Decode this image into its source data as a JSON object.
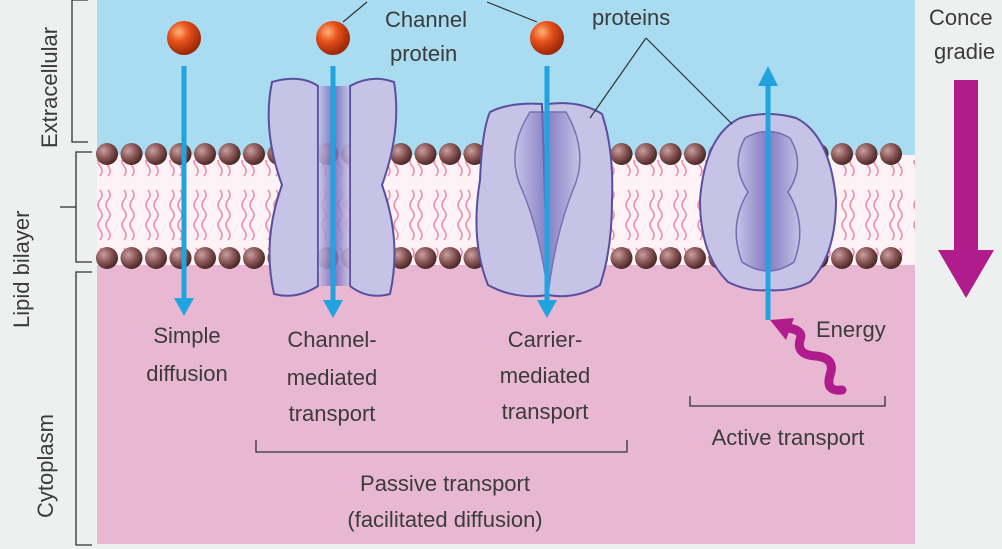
{
  "regions": {
    "extracellular": "Extracellular",
    "lipid_bilayer": "Lipid bilayer",
    "cytoplasm": "Cytoplasm"
  },
  "callouts": {
    "channel_protein": [
      "Channel",
      "protein"
    ],
    "carrier_proteins_fragment": "proteins",
    "concentration_gradient": [
      "Conce",
      "gradie"
    ]
  },
  "mechanisms": {
    "simple_diffusion": [
      "Simple",
      "diffusion"
    ],
    "channel_mediated": [
      "Channel-",
      "mediated",
      "transport"
    ],
    "carrier_mediated": [
      "Carrier-",
      "mediated",
      "transport"
    ],
    "energy": "Energy",
    "active_transport": "Active transport",
    "passive_transport": [
      "Passive transport",
      "(facilitated diffusion)"
    ]
  },
  "colors": {
    "extracellular_bg": "#a9dcf1",
    "cytoplasm_bg": "#e8b8d3",
    "bilayer_bg": "#fdf3f6",
    "arrow": "#21a3e0",
    "gradient_arrow": "#b01c8b",
    "protein": "#c6c3e6",
    "protein_dark": "#7a6fbf",
    "head": "#7d4a4a"
  }
}
